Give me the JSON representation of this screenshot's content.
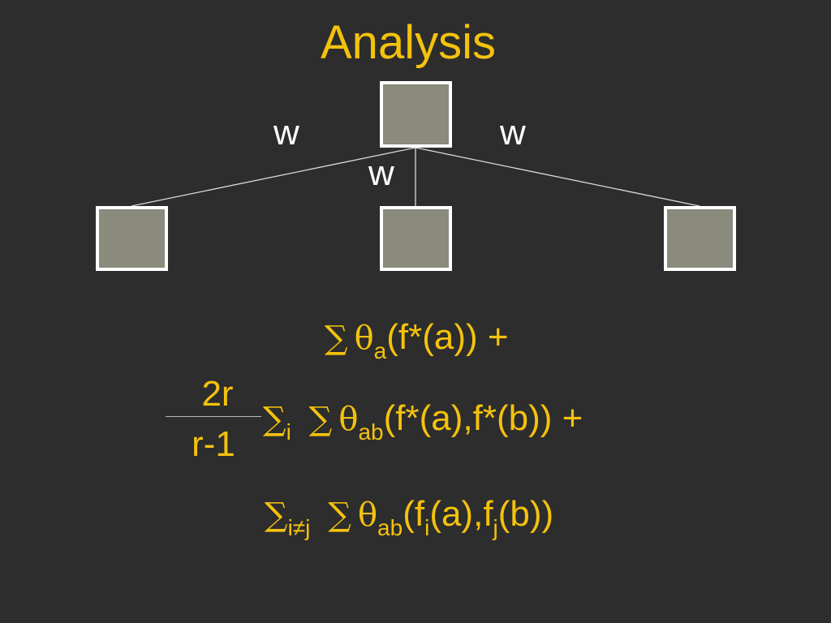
{
  "slide": {
    "title": "Analysis",
    "colors": {
      "background": "#2d2d2d",
      "text_accent": "#f4c20d",
      "node_fill": "#8a8a7d",
      "node_border": "#ffffff",
      "edge": "#dcdcdc",
      "edge_label": "#ffffff"
    }
  },
  "tree": {
    "edge_labels": [
      "w",
      "w",
      "w"
    ]
  },
  "formula": {
    "sum_symbol": "∑",
    "theta_symbol": "θ",
    "line1": {
      "theta_sub": "a",
      "args": "(f*(a)) +"
    },
    "fraction": {
      "numerator": "2r",
      "denominator": "r-1"
    },
    "line2": {
      "outer_sub": "i",
      "theta_sub": "ab",
      "args": "(f*(a),f*(b)) +"
    },
    "line3": {
      "outer_sub": "i≠j",
      "theta_sub": "ab",
      "arg_open": "(f",
      "fi_sub": "i",
      "arg_mid": "(a),f",
      "fj_sub": "j",
      "unknown_glyph": "",
      "arg_close": "(b))"
    }
  }
}
